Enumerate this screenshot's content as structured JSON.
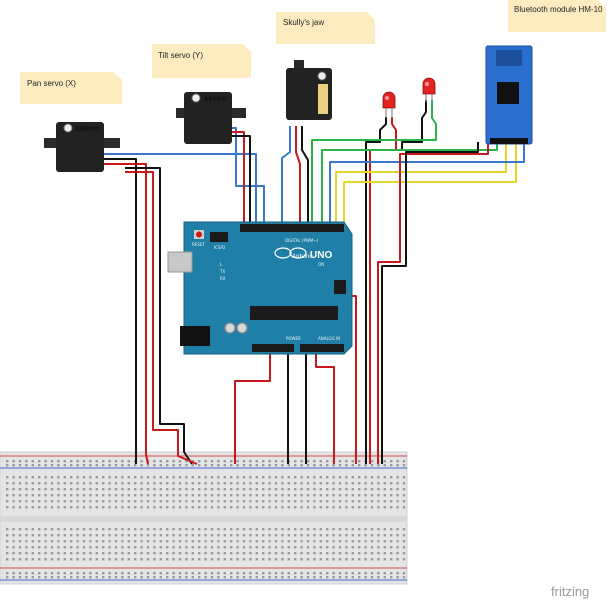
{
  "notes": {
    "pan": "Pan servo (X)",
    "tilt": "Tilt servo (Y)",
    "jaw": "Skully's jaw",
    "bt": "Bluetooth module HM-10"
  },
  "servo_label": "SERVO",
  "arduino": {
    "brand": "Arduino",
    "model": "UNO",
    "reset": "RESET",
    "icsp": "ICSP2",
    "digital": "DIGITAL (PWM~)",
    "analog": "ANALOG IN",
    "power": "POWER",
    "on": "ON",
    "tx": "TX",
    "rx": "RX",
    "l": "L"
  },
  "watermark": "fritzing",
  "colors": {
    "wire_red": "#c8191d",
    "wire_black": "#111111",
    "wire_blue": "#3a78c8",
    "wire_green": "#2bb34b",
    "wire_yellow": "#e8d52a",
    "arduino_blue": "#1f7fa6",
    "bt_blue": "#2a6fd0",
    "note_bg": "#fdecc0"
  }
}
